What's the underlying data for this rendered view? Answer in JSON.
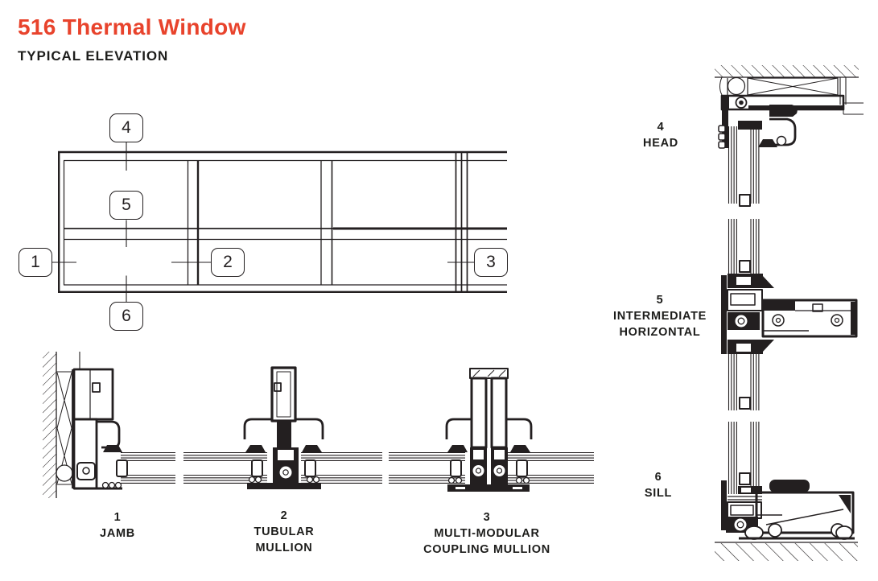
{
  "title": "516 Thermal Window",
  "subtitle": "TYPICAL ELEVATION",
  "colors": {
    "accent": "#e8432c",
    "ink": "#231f20"
  },
  "elevation": {
    "callouts": [
      {
        "id": "1"
      },
      {
        "id": "2"
      },
      {
        "id": "3"
      },
      {
        "id": "4"
      },
      {
        "id": "5"
      },
      {
        "id": "6"
      }
    ]
  },
  "details": [
    {
      "num": "1",
      "lines": [
        "JAMB",
        ""
      ]
    },
    {
      "num": "2",
      "lines": [
        "TUBULAR",
        "MULLION"
      ]
    },
    {
      "num": "3",
      "lines": [
        "MULTI-MODULAR",
        "COUPLING MULLION"
      ]
    },
    {
      "num": "4",
      "lines": [
        "HEAD",
        ""
      ]
    },
    {
      "num": "5",
      "lines": [
        "INTERMEDIATE",
        "HORIZONTAL"
      ]
    },
    {
      "num": "6",
      "lines": [
        "SILL",
        ""
      ]
    }
  ]
}
